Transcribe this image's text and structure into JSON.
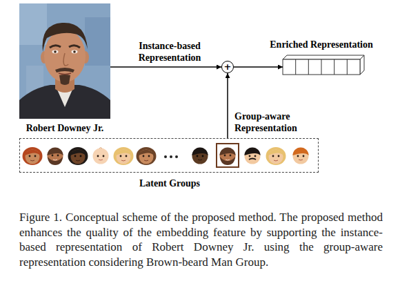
{
  "diagram": {
    "caption": "Figure 1. Conceptual scheme of the proposed method. The proposed method enhances the quality of the embedding feature by supporting the instance-based representation of Robert Downey Jr. using the group-aware representation considering Brown-beard Man Group.",
    "nodes": [
      {
        "text": [
          "Robert Downey Jr."
        ]
      },
      {
        "text": [
          "+"
        ]
      },
      {
        "text": [
          "Enriched Representation"
        ]
      },
      {
        "text": [
          "Latent Groups"
        ]
      }
    ],
    "edges": [
      {
        "from": 0,
        "to": 1,
        "label": "Instance-based Representation",
        "arrow": "to"
      },
      {
        "from": 3,
        "to": 1,
        "label": "Group-aware Representation",
        "arrow": "to"
      },
      {
        "from": 1,
        "to": 2,
        "arrow": "to"
      }
    ]
  }
}
